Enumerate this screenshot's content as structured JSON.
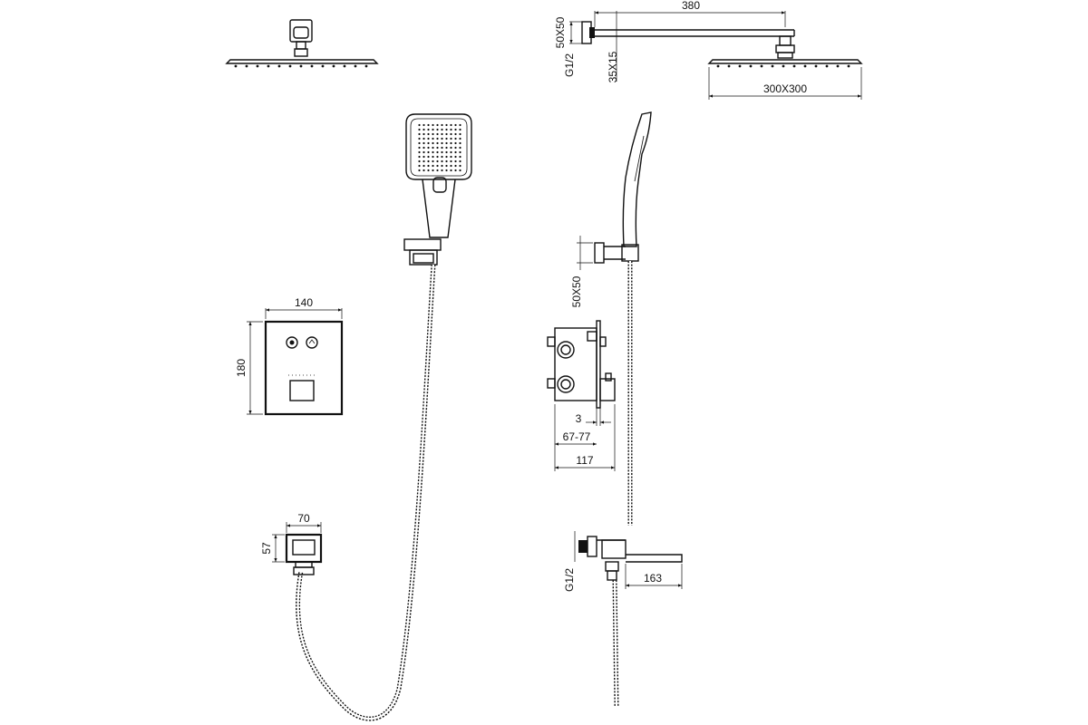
{
  "dimensions": {
    "arm_length": "380",
    "flange_size": "50X50",
    "thread": "G1/2",
    "arm_section": "35X15",
    "head_size": "300X300",
    "panel_width": "140",
    "panel_height": "180",
    "outlet_width": "70",
    "outlet_height": "57",
    "holder_flange": "50X50",
    "cover_gap": "3",
    "depth_range": "67-77",
    "box_depth": "117",
    "spout_thread": "G1/2",
    "spout_length": "163"
  }
}
